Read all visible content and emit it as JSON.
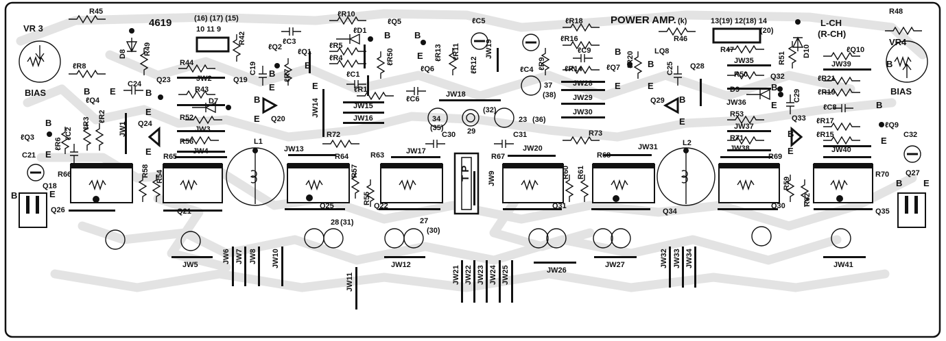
{
  "board": {
    "title": "POWER AMP.",
    "title_suffix": "(k)",
    "board_no": "4619",
    "channel_primary": "L-CH",
    "channel_secondary": "(R-CH)",
    "tp_label": "T P",
    "colors": {
      "ink": "#111111",
      "paper": "#ffffff",
      "trace": "#e3e3e3"
    }
  },
  "pin_numbers": {
    "left_top": "(16) (17) (15)",
    "left_bottom": "10  11  9",
    "right": "13(19) 12(18) 14",
    "right_extra": "(20)",
    "p34": "34",
    "p35": "(35)",
    "p32": "(32)",
    "p29": "29",
    "p23": "23",
    "p36": "(36)",
    "p37": "37",
    "p38": "(38)",
    "p28": "28",
    "p31": "(31)",
    "p27": "27",
    "p30": "(30)"
  },
  "labels": {
    "vr3": "VR 3",
    "vr4": "VR4",
    "bias_l": "BIAS",
    "bias_r": "BIAS",
    "R45": "R45",
    "R49": "R49",
    "D8": "D8",
    "R42": "R42",
    "C3": "ℓC3",
    "Q2": "ℓQ2",
    "Q1": "ℓQ1",
    "R10": "ℓR10",
    "D1": "ℓD1",
    "Q5": "ℓQ5",
    "C5": "ℓC5",
    "R18": "ℓR18",
    "R16": "ℓR16",
    "C9": "ℓC9",
    "R14": "ℓR14",
    "R46": "R46",
    "R51": "R51",
    "D10": "D10",
    "R48": "R48",
    "Q10": "ℓQ10",
    "R8": "ℓR8",
    "Q4": "ℓQ4",
    "C24": "C24",
    "R44": "R44",
    "JW2": "JW2",
    "R43": "R43",
    "D7": "D7",
    "C19": "C19",
    "R7": "ℓR7",
    "Q19": "Q19",
    "Q23": "Q23",
    "R5": "ℓR5",
    "R4": "ℓR4",
    "C1": "ℓC1",
    "R50": "ℓR50",
    "Q6": "ℓQ6",
    "R13": "ℓR13",
    "R11": "ℓR11",
    "R12": "ℓR12",
    "JW19": "JW19",
    "C4": "ℓC4",
    "R9": "ℓR9",
    "Q7": "ℓQ7",
    "R20": "ℓR20",
    "Q8": "LQ8",
    "C25": "C25",
    "Q28": "Q28",
    "R47": "R47",
    "JW35": "JW35",
    "R50b": "R50",
    "D9": "D9",
    "JW36": "JW36",
    "Q32": "Q32",
    "C29": "C29",
    "JW39": "JW39",
    "R21": "ℓR21",
    "R19": "ℓR19",
    "C8": "ℓC8",
    "JW28": "JW28",
    "JW29": "JW29",
    "JW30": "JW30",
    "R1": "ℓR1",
    "JW15": "JW15",
    "C6": "ℓC6",
    "JW18": "JW18",
    "JW16": "JW16",
    "JW14": "JW14",
    "Q20": "Q20",
    "R52": "R52",
    "JW3": "JW3",
    "Q3": "ℓQ3",
    "R6": "ℓR6",
    "C2": "ℓC2",
    "R3": "ℓR3",
    "R2": "ℓR2",
    "JW1": "JW1",
    "Q24": "Q24",
    "R56": "R56",
    "JW4": "JW4",
    "R72": "R72",
    "C30": "C30",
    "C31": "C31",
    "R73": "R73",
    "Q29": "Q29",
    "R53": "R53",
    "JW37": "JW37",
    "R71": "R71",
    "JW38": "JW38",
    "Q33": "Q33",
    "R17": "ℓR17",
    "R15": "ℓR15",
    "JW40": "JW40",
    "Q9": "ℓQ9",
    "C32": "C32",
    "C21": "C21",
    "Q18": "Q18",
    "R66": "R66",
    "R58": "R58",
    "R65": "R65",
    "R54": "R54",
    "L1": "L1",
    "JW13": "JW13",
    "R64": "R64",
    "R57": "R57",
    "R63": "R63",
    "JW17": "JW17",
    "R55": "R55",
    "R67": "R67",
    "JW20": "JW20",
    "R60": "R60",
    "R61": "R61",
    "R68": "R68",
    "JW31": "JW31",
    "L2": "L2",
    "R69": "R69",
    "R59": "R59",
    "R70": "R70",
    "Q27": "Q27",
    "R62": "R62",
    "Q26": "Q26",
    "Q21": "Q21",
    "Q25": "Q25",
    "Q22": "Q22",
    "JW9": "JW9",
    "Q31": "Q31",
    "Q34": "Q34",
    "Q30": "Q30",
    "Q35": "Q35",
    "JW5": "JW5",
    "JW6": "JW6",
    "JW7": "JW7",
    "JW8": "JW8",
    "JW10": "JW10",
    "JW11": "JW11",
    "JW12": "JW12",
    "JW21": "JW21",
    "JW22": "JW22",
    "JW23": "JW23",
    "JW24": "JW24",
    "JW25": "JW25",
    "JW26": "JW26",
    "JW27": "JW27",
    "JW32": "JW32",
    "JW33": "JW33",
    "JW34": "JW34",
    "JW41": "JW41"
  },
  "terminal_letters": {
    "B": "B",
    "E": "E"
  }
}
